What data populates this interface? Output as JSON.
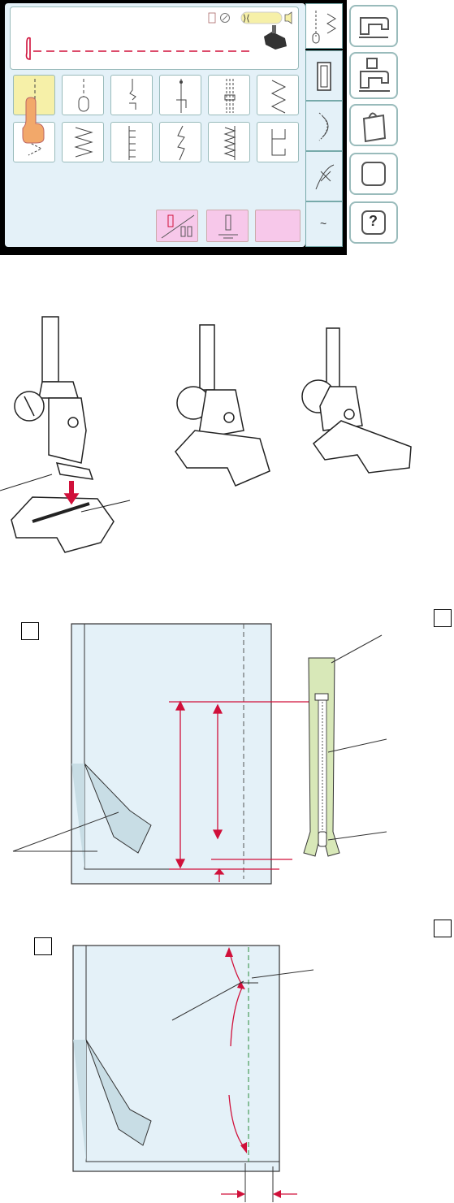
{
  "screen": {
    "speed_indicator_bar": "",
    "accent_red": "#d0103a",
    "selected_color": "#f6f0a8",
    "panel_bg": "#e4f1f8",
    "pink_button": "#f7c8ea"
  },
  "stitch_grid": {
    "rows": [
      [
        "straight-stitch",
        "bartack-stitch",
        "lightning-stitch",
        "bar-stitch",
        "triple-straight-stitch",
        "zigzag-stitch"
      ],
      [
        "multi-zigzag-stitch",
        "triple-zigzag-stitch",
        "stretch-stitch",
        "lightning-zigzag-stitch",
        "overcast-stitch",
        "blind-hem-stitch"
      ]
    ],
    "selected": "straight-stitch"
  },
  "tabs": [
    "utility-tab",
    "buttonhole-tab",
    "applique-tab",
    "decorative-tab",
    "alphabet-tab"
  ],
  "side_buttons": [
    "machine-icon",
    "machine-with-module-icon",
    "bag-icon",
    "blank-button",
    "help-button"
  ],
  "help_label": "?",
  "alphabet_tab_label": "~",
  "diagram_labels": {
    "step_b": "",
    "step_c": ""
  }
}
